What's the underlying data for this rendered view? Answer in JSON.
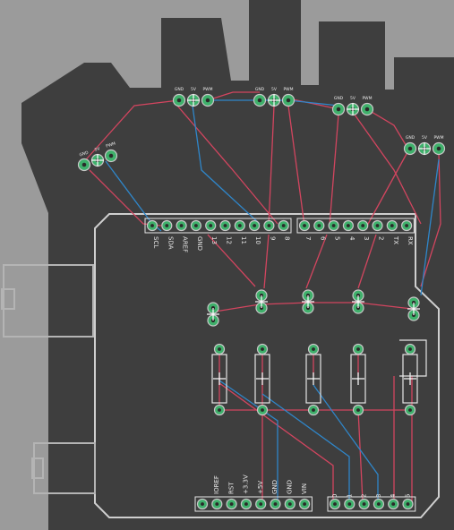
{
  "colors": {
    "background": "#9b9b9b",
    "copper_fill": "#3e3e3e",
    "trace_red": "#d2455f",
    "trace_blue": "#2f86c9",
    "pad_green": "#3fb06b",
    "pad_ring": "#c8c8c8",
    "silkscreen": "#e6e6e6",
    "board_outline": "#cfcfcf"
  },
  "header_labels": {
    "top_left": [
      "SCL",
      "SDA",
      "AREF",
      "GND",
      "13",
      "12",
      "11",
      "10",
      "9",
      "8"
    ],
    "top_right": [
      "7",
      "6",
      "5",
      "4",
      "3",
      "2",
      "TX",
      "RX"
    ],
    "bottom_left": [
      "IOREF",
      "RST",
      "+3.3V",
      "+5V",
      "GND",
      "GND",
      "VIN"
    ],
    "bottom_right": [
      "0",
      "1",
      "2",
      "3",
      "4",
      "5"
    ]
  },
  "connector_pin_labels": [
    "GND",
    "5V",
    "PWM"
  ]
}
